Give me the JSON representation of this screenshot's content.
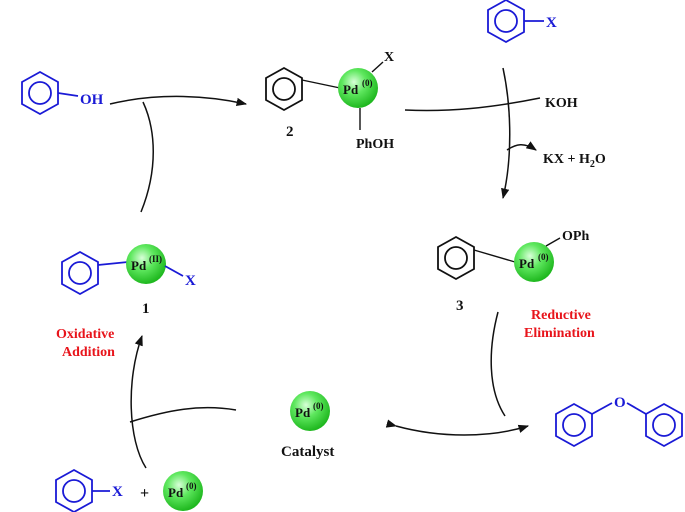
{
  "colors": {
    "reagent_blue": "#1a1ad6",
    "step_red": "#e8141b",
    "pd_sphere_green": "#4fe34f",
    "text_black": "#111111"
  },
  "reagents": {
    "phenol_oh": "OH",
    "aryl_halide_top_x": "X",
    "aryl_halide_bottom_x": "X",
    "plus": "+",
    "base": "KOH",
    "byproduct": "KX + H",
    "byproduct_sub": "2",
    "byproduct_tail": "O"
  },
  "intermediates": {
    "int1": {
      "number": "1",
      "metal": "Pd",
      "oxidation": "(II)",
      "ligand": "X"
    },
    "int2": {
      "number": "2",
      "metal": "Pd",
      "oxidation": "(0)",
      "ligand_top": "X",
      "ligand_bottom": "PhOH"
    },
    "int3": {
      "number": "3",
      "metal": "Pd",
      "oxidation": "(0)",
      "ligand": "OPh"
    }
  },
  "catalyst": {
    "metal": "Pd",
    "oxidation": "(0)",
    "label": "Catalyst"
  },
  "bottom_pd": {
    "metal": "Pd",
    "oxidation": "(0)"
  },
  "steps": {
    "oxidative_addition_line1": "Oxidative",
    "oxidative_addition_line2": "Addition",
    "reductive_elimination_line1": "Reductive",
    "reductive_elimination_line2": "Elimination"
  },
  "product": {
    "bridge_atom": "O"
  }
}
